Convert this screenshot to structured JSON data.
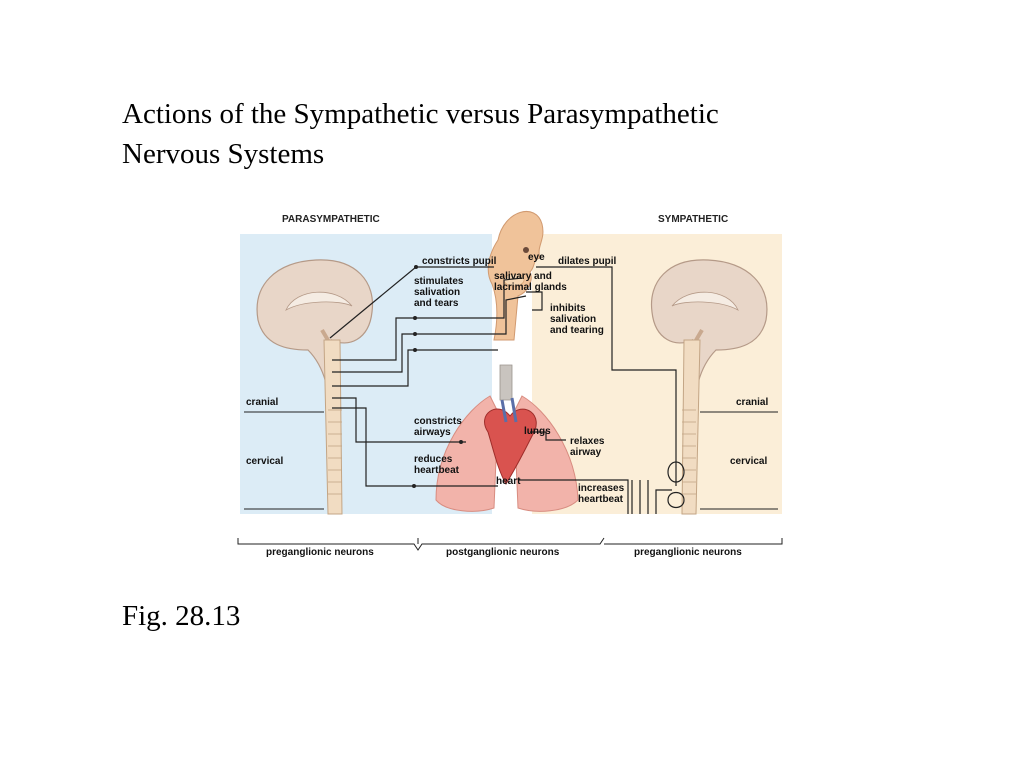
{
  "slide": {
    "title_line1": "Actions of the Sympathetic versus Parasympathetic",
    "title_line2": "Nervous Systems",
    "caption": "Fig. 28.13"
  },
  "diagram": {
    "panel_left_title": "PARASYMPATHETIC",
    "panel_right_title": "SYMPATHETIC",
    "colors": {
      "parasympathetic_bg": "#dcecf6",
      "sympathetic_bg": "#fbeed8",
      "heart": "#d9534f",
      "lungs": "#f2b3aa",
      "brain": "#e8d6c8",
      "face": "#f0c39a"
    },
    "labels": {
      "eye": "eye",
      "constricts_pupil": "constricts pupil",
      "dilates_pupil": "dilates pupil",
      "stimulates_line1": "stimulates",
      "stimulates_line2": "salivation",
      "stimulates_line3": "and tears",
      "salivary_line1": "salivary and",
      "salivary_line2": "lacrimal glands",
      "inhibits_line1": "inhibits",
      "inhibits_line2": "salivation",
      "inhibits_line3": "and tearing",
      "cranial_left": "cranial",
      "cranial_right": "cranial",
      "cervical_left": "cervical",
      "cervical_right": "cervical",
      "constricts_airways_line1": "constricts",
      "constricts_airways_line2": "airways",
      "lungs": "lungs",
      "relaxes_line1": "relaxes",
      "relaxes_line2": "airway",
      "reduces_line1": "reduces",
      "reduces_line2": "heartbeat",
      "heart": "heart",
      "increases_line1": "increases",
      "increases_line2": "heartbeat"
    },
    "bottom_labels": {
      "pre_left": "preganglionic neurons",
      "post": "postganglionic neurons",
      "pre_right": "preganglionic neurons"
    }
  }
}
